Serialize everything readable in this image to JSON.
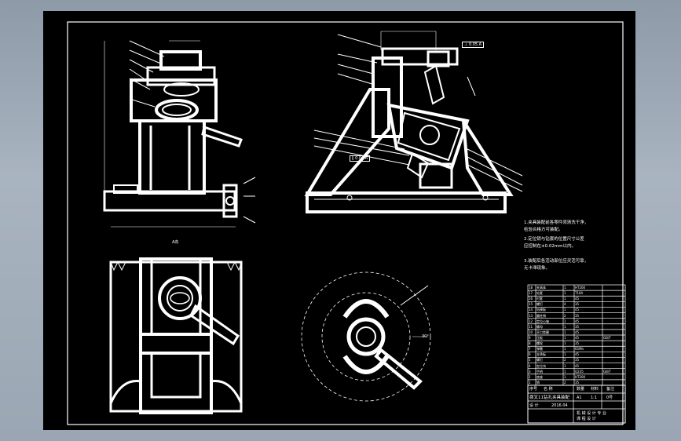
{
  "drawing": {
    "view_label_a": "A向",
    "section_label": "A",
    "callout_boxes": [
      "⊥ 0.05 A",
      "∥ 0.04 A"
    ],
    "angle_label": "30°"
  },
  "technical_notes": [
    "1.夹具装配前各零件须清洗干净，",
    "  检验合格方可装配。",
    "2.定位销与钻套的位置尺寸公差",
    "  应控制在±0.02mm以内。",
    "3.装配后各活动部位应灵活可靠，",
    "  无卡滞现象。"
  ],
  "bom": {
    "rows": [
      [
        "18",
        "夹具体",
        "1",
        "HT200",
        ""
      ],
      [
        "17",
        "钻套",
        "1",
        "T10A",
        ""
      ],
      [
        "16",
        "衬套",
        "1",
        "45",
        ""
      ],
      [
        "15",
        "螺钉",
        "4",
        "35",
        ""
      ],
      [
        "14",
        "钻模板",
        "1",
        "45",
        ""
      ],
      [
        "13",
        "圆柱销",
        "2",
        "35",
        ""
      ],
      [
        "12",
        "定位心轴",
        "1",
        "45",
        ""
      ],
      [
        "11",
        "螺母",
        "1",
        "35",
        ""
      ],
      [
        "10",
        "开口垫圈",
        "1",
        "45",
        ""
      ],
      [
        "9",
        "压板",
        "1",
        "45",
        "GB/T"
      ],
      [
        "8",
        "螺栓",
        "1",
        "35",
        ""
      ],
      [
        "7",
        "弹簧",
        "1",
        "65Mn",
        ""
      ],
      [
        "6",
        "支承板",
        "1",
        "45",
        ""
      ],
      [
        "5",
        "螺钉",
        "2",
        "35",
        ""
      ],
      [
        "4",
        "定位块",
        "1",
        "45",
        ""
      ],
      [
        "3",
        "手柄",
        "1",
        "Q235",
        "GB/T"
      ],
      [
        "2",
        "底座",
        "1",
        "HT200",
        ""
      ],
      [
        "1",
        "销",
        "2",
        "35",
        ""
      ]
    ],
    "header": [
      "序号",
      "名 称",
      "数量",
      "材料",
      "备注"
    ]
  },
  "title_block": {
    "drawing_title": "拨叉11钻孔夹具装配",
    "sheet_size": "A1",
    "scale": "1:1",
    "sheet_no": "0号",
    "designer_label": "设 计",
    "date": "2016.04",
    "school": "机 械 设 计 专 业",
    "school_line2": "课 程 设 计"
  }
}
